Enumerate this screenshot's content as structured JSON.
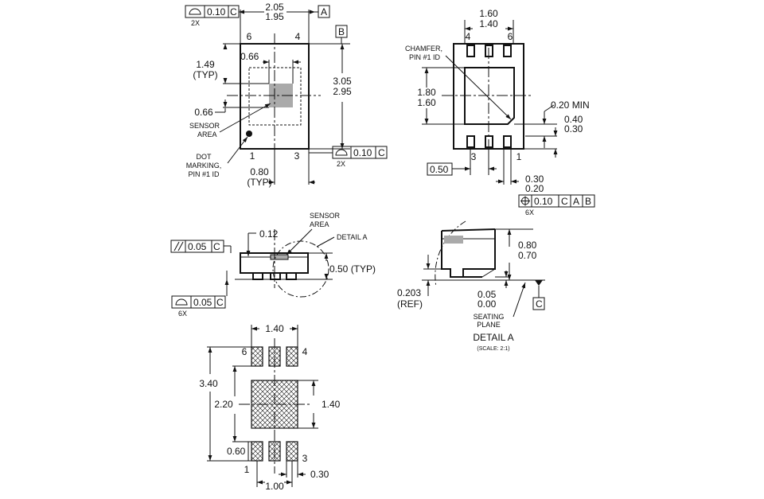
{
  "colors": {
    "ink": "#111111",
    "sensor_fill": "#aaaaaa",
    "background": "#ffffff"
  },
  "top_view": {
    "fcf_profile": {
      "symbol_icon": "profile-of-surface-icon",
      "tol": "0.10",
      "datum": "C",
      "mult": "2X"
    },
    "width_max": "2.05",
    "width_min": "1.95",
    "datum_a": "A",
    "pin6": "6",
    "pin4": "4",
    "pin1": "1",
    "pin3": "3",
    "sensor_w": "0.66",
    "offset_val": "1.49",
    "offset_typ": "(TYP)",
    "sensor_h": "0.66",
    "sensor_label_1": "SENSOR",
    "sensor_label_2": "AREA",
    "dot_label_1": "DOT",
    "dot_label_2": "MARKING,",
    "dot_label_3": "PIN #1 ID",
    "pitch_val": "0.80",
    "pitch_typ": "(TYP)",
    "datum_b": "B",
    "height_max": "3.05",
    "height_min": "2.95",
    "fcf_right": {
      "symbol_icon": "profile-of-surface-icon",
      "tol": "0.10",
      "datum": "C",
      "mult": "2X"
    }
  },
  "bottom_view": {
    "width_max": "1.60",
    "width_min": "1.40",
    "pin4": "4",
    "pin6": "6",
    "pin3": "3",
    "pin1": "1",
    "chamfer_1": "CHAMFER,",
    "chamfer_2": "PIN #1 ID",
    "pad_h_max": "1.80",
    "pad_h_min": "1.60",
    "chamfer_min": "0.20 MIN",
    "lead_len_max": "0.40",
    "lead_len_min": "0.30",
    "pitch_box": "0.50",
    "lead_w_max": "0.30",
    "lead_w_min": "0.20",
    "fcf": {
      "symbol_icon": "position-icon",
      "tol": "0.10",
      "datums": [
        "C",
        "A",
        "B"
      ],
      "mult": "6X"
    }
  },
  "side_view": {
    "parallel": {
      "symbol_icon": "parallelism-icon",
      "tol": "0.05",
      "datum": "C"
    },
    "window": "0.12",
    "sensor_1": "SENSOR",
    "sensor_2": "AREA",
    "detail_label": "DETAIL A",
    "height_val": "0.50 (TYP)",
    "fcf_bottom": {
      "symbol_icon": "profile-of-surface-icon",
      "tol": "0.05",
      "datum": "C",
      "mult": "6X"
    }
  },
  "detail_a": {
    "h_max": "0.80",
    "h_min": "0.70",
    "ref_val": "0.203",
    "ref_label": "(REF)",
    "stand_max": "0.05",
    "stand_min": "0.00",
    "datum_c": "C",
    "seating_1": "SEATING",
    "seating_2": "PLANE",
    "title": "DETAIL A",
    "scale": "(SCALE: 2:1)"
  },
  "land_pattern": {
    "width": "1.40",
    "pin6": "6",
    "pin4": "4",
    "pin1": "1",
    "pin3": "3",
    "overall_h": "3.40",
    "span": "2.20",
    "pad_h": "1.40",
    "pad_len": "0.60",
    "pitch": "1.00",
    "pad_w": "0.30"
  }
}
